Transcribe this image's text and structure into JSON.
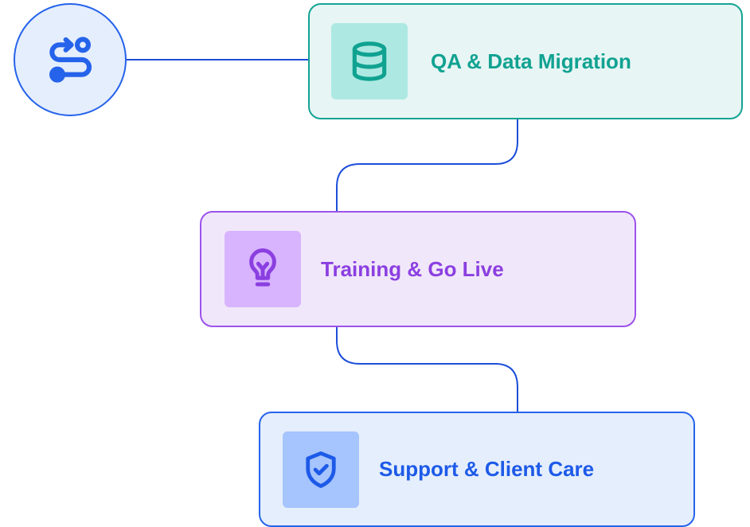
{
  "start": {
    "icon": "route-icon",
    "color": "#2563eb"
  },
  "steps": [
    {
      "label": "QA & Data Migration",
      "icon": "database-icon",
      "color": "#10a291"
    },
    {
      "label": "Training & Go Live",
      "icon": "lightbulb-icon",
      "color": "#8b3fe0"
    },
    {
      "label": "Support & Client Care",
      "icon": "shield-check-icon",
      "color": "#1d5ae8"
    }
  ],
  "connector_color": "#1d4ed8"
}
